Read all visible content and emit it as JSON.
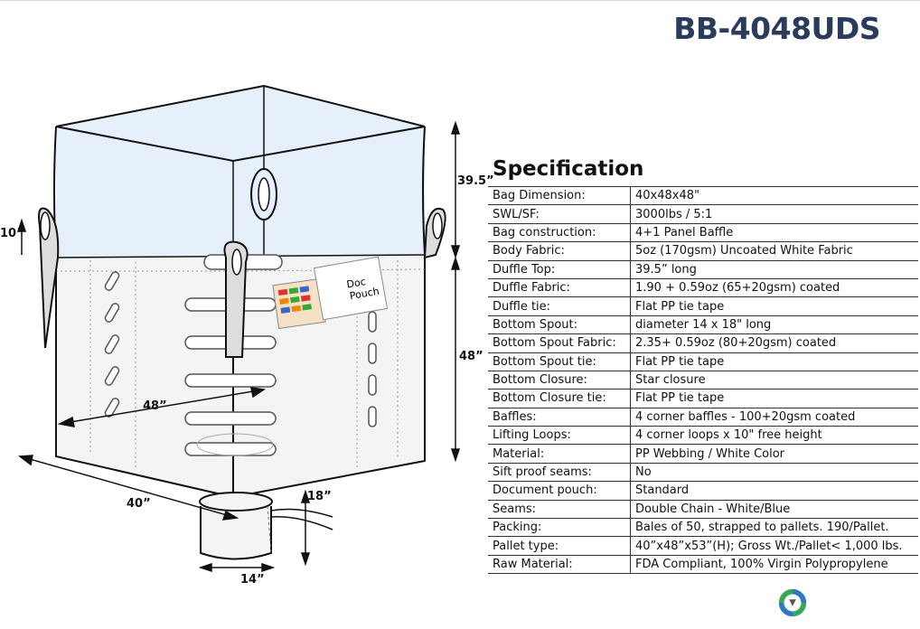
{
  "product_code": "BB-4048UDS",
  "specification_title": "Specification",
  "diagram": {
    "dim_duffle_height": "39.5”",
    "dim_loop_height": "10”",
    "dim_body_height": "48”",
    "dim_width_48": "48”",
    "dim_width_40": "40”",
    "dim_spout_length": "18”",
    "dim_spout_diameter": "14”",
    "pouch_text_line1": "Doc",
    "pouch_text_line2": "Pouch"
  },
  "specs": [
    {
      "label": "Bag Dimension:",
      "value": "40x48x48\""
    },
    {
      "label": "SWL/SF:",
      "value": "3000lbs / 5:1"
    },
    {
      "label": "Bag construction:",
      "value": "4+1 Panel Baffle"
    },
    {
      "label": "Body Fabric:",
      "value": "5oz (170gsm) Uncoated White Fabric"
    },
    {
      "label": "Duffle Top:",
      "value": "39.5” long"
    },
    {
      "label": "Duffle Fabric:",
      "value": "1.90 + 0.59oz (65+20gsm) coated"
    },
    {
      "label": "Duffle tie:",
      "value": "Flat PP tie tape"
    },
    {
      "label": "Bottom Spout:",
      "value": "diameter 14 x 18\" long"
    },
    {
      "label": "Bottom Spout Fabric:",
      "value": "2.35+ 0.59oz (80+20gsm) coated"
    },
    {
      "label": "Bottom Spout tie:",
      "value": "Flat PP tie tape"
    },
    {
      "label": "Bottom Closure:",
      "value": "Star closure"
    },
    {
      "label": "Bottom Closure tie:",
      "value": "Flat PP tie tape"
    },
    {
      "label": "Baffles:",
      "value": "4 corner baffles - 100+20gsm coated"
    },
    {
      "label": "Lifting Loops:",
      "value": "4 corner loops x 10\" free height"
    },
    {
      "label": "Material:",
      "value": "PP Webbing / White Color"
    },
    {
      "label": "Sift proof seams:",
      "value": "No"
    },
    {
      "label": "Document pouch:",
      "value": "Standard"
    },
    {
      "label": "Seams:",
      "value": "Double Chain - White/Blue"
    },
    {
      "label": "Packing:",
      "value": "Bales of 50, strapped to pallets. 190/Pallet."
    },
    {
      "label": "Pallet type:",
      "value": "40”x48”x53”(H); Gross Wt./Pallet< 1,000 lbs."
    },
    {
      "label": "Raw Material:",
      "value": "FDA Compliant, 100% Virgin Polypropylene"
    }
  ],
  "icons": {
    "logo": "recycle-logo-icon",
    "pouch": "document-pouch-icon"
  },
  "colors": {
    "product_code": "#2a3c5c",
    "duffle_fill": "#e6f0fb",
    "logo_green": "#3aa657",
    "logo_blue": "#2f78c4"
  }
}
